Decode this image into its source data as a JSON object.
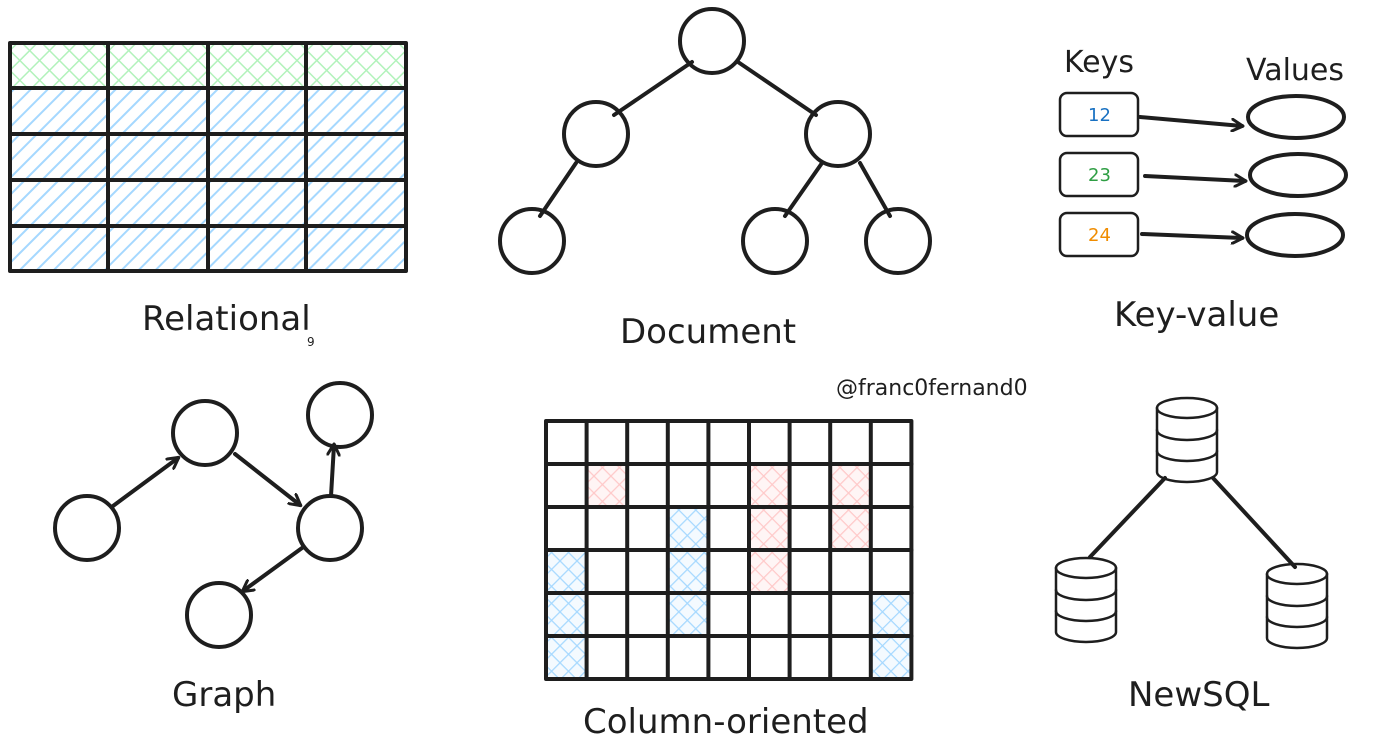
{
  "labels": {
    "relational": "Relational",
    "relational_mark": "9",
    "document": "Document",
    "key_value": "Key-value",
    "graph": "Graph",
    "column_oriented": "Column-oriented",
    "newsql": "NewSQL",
    "handle": "@franc0fernand0"
  },
  "key_value": {
    "keys_header": "Keys",
    "values_header": "Values",
    "entries": [
      {
        "key": "12",
        "key_color": "#1971c2",
        "value_color": "#a5d8ff"
      },
      {
        "key": "23",
        "key_color": "#2f9e44",
        "value_color": "#b2f2bb"
      },
      {
        "key": "24",
        "key_color": "#f08c00",
        "value_color": "#ffc9c9"
      }
    ]
  },
  "colors": {
    "ink": "#1e1e1e",
    "green": "#b2f2bb",
    "blue": "#a5d8ff",
    "red": "#ffc9c9",
    "yellow": "#ffec99"
  },
  "icons": {
    "database": "database-cylinder-icon"
  }
}
